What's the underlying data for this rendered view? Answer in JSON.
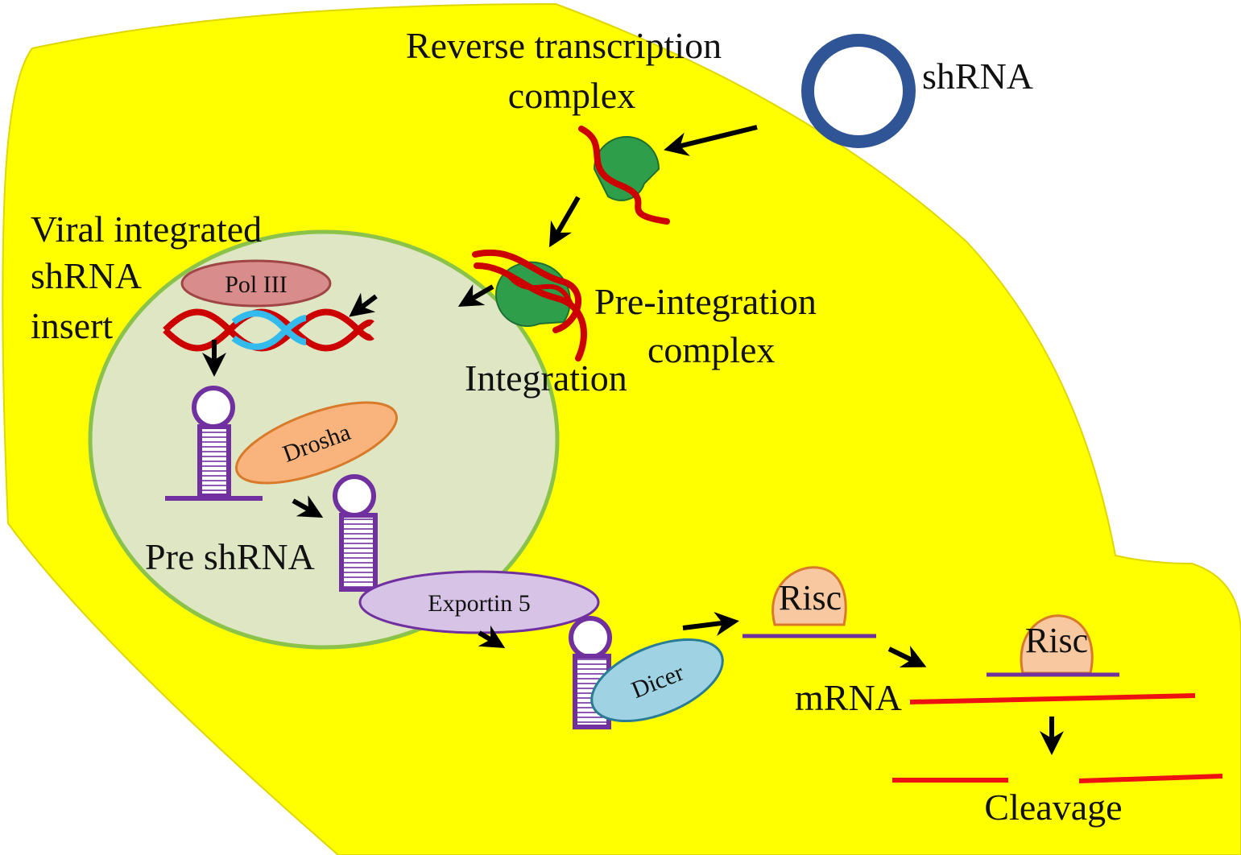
{
  "labels": {
    "reverse_transcription_line1": "Reverse transcription",
    "reverse_transcription_line2": "complex",
    "shrna_plasmid": "shRNA",
    "viral_line1": "Viral integrated",
    "viral_line2": "shRNA",
    "viral_line3": "insert",
    "pre_integration_line1": "Pre-integration",
    "pre_integration_line2": "complex",
    "integration": "Integration",
    "pre_shrna": "Pre shRNA",
    "mrna": "mRNA",
    "cleavage": "Cleavage"
  },
  "enzymes": {
    "pol3": "Pol III",
    "drosha": "Drosha",
    "exportin": "Exportin 5",
    "dicer": "Dicer",
    "risc_1": "Risc",
    "risc_2": "Risc"
  },
  "colors": {
    "cell": "#ffff00",
    "nucleus_fill": "#dfe6c4",
    "nucleus_stroke": "#8bc34a",
    "plasmid": "#2f5597",
    "rna_red": "#cc0000",
    "dna_blue": "#33bbee",
    "hairpin": "#7030a0",
    "complex_green": "#2e9e4a",
    "pol3_fill": "#d98c8c",
    "drosha_fill": "#f8b47c",
    "exportin_fill": "#d7c3e6",
    "dicer_fill": "#9fd3e3",
    "risc_fill": "#f8c8a0",
    "mrna_line": "#ee1111"
  }
}
